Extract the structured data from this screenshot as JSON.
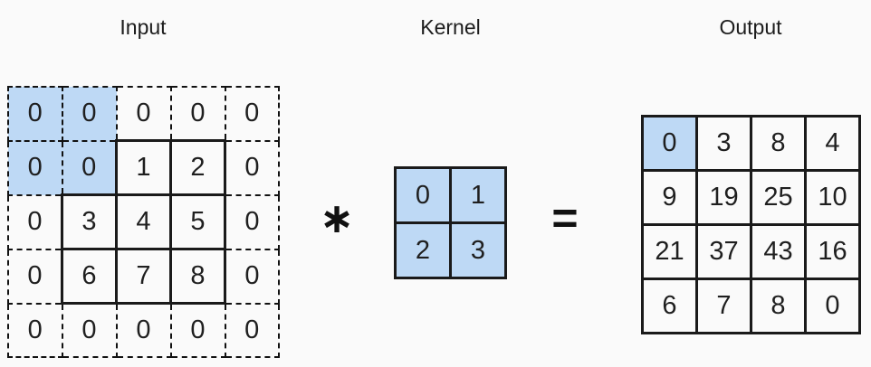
{
  "labels": {
    "input": "Input",
    "kernel": "Kernel",
    "output": "Output"
  },
  "operators": {
    "convolution": "∗",
    "equals": "="
  },
  "colors": {
    "highlight_blue": "#bed9f5",
    "grid_line": "#1a1a1a",
    "background": "#fafafa"
  },
  "input_grid": {
    "description_rows": 5,
    "rows": [
      [
        "0",
        "0",
        "0",
        "0",
        "0"
      ],
      [
        "0",
        "0",
        "1",
        "2",
        "0"
      ],
      [
        "0",
        "3",
        "4",
        "5",
        "0"
      ],
      [
        "0",
        "6",
        "7",
        "8",
        "0"
      ],
      [
        "0",
        "0",
        "0",
        "0",
        "0"
      ]
    ]
  },
  "kernel_grid": {
    "rows": [
      [
        "0",
        "1"
      ],
      [
        "2",
        "3"
      ]
    ]
  },
  "output_grid": {
    "rows": [
      [
        "0",
        "3",
        "8",
        "4"
      ],
      [
        "9",
        "19",
        "25",
        "10"
      ],
      [
        "21",
        "37",
        "43",
        "16"
      ],
      [
        "6",
        "7",
        "8",
        "0"
      ]
    ]
  }
}
